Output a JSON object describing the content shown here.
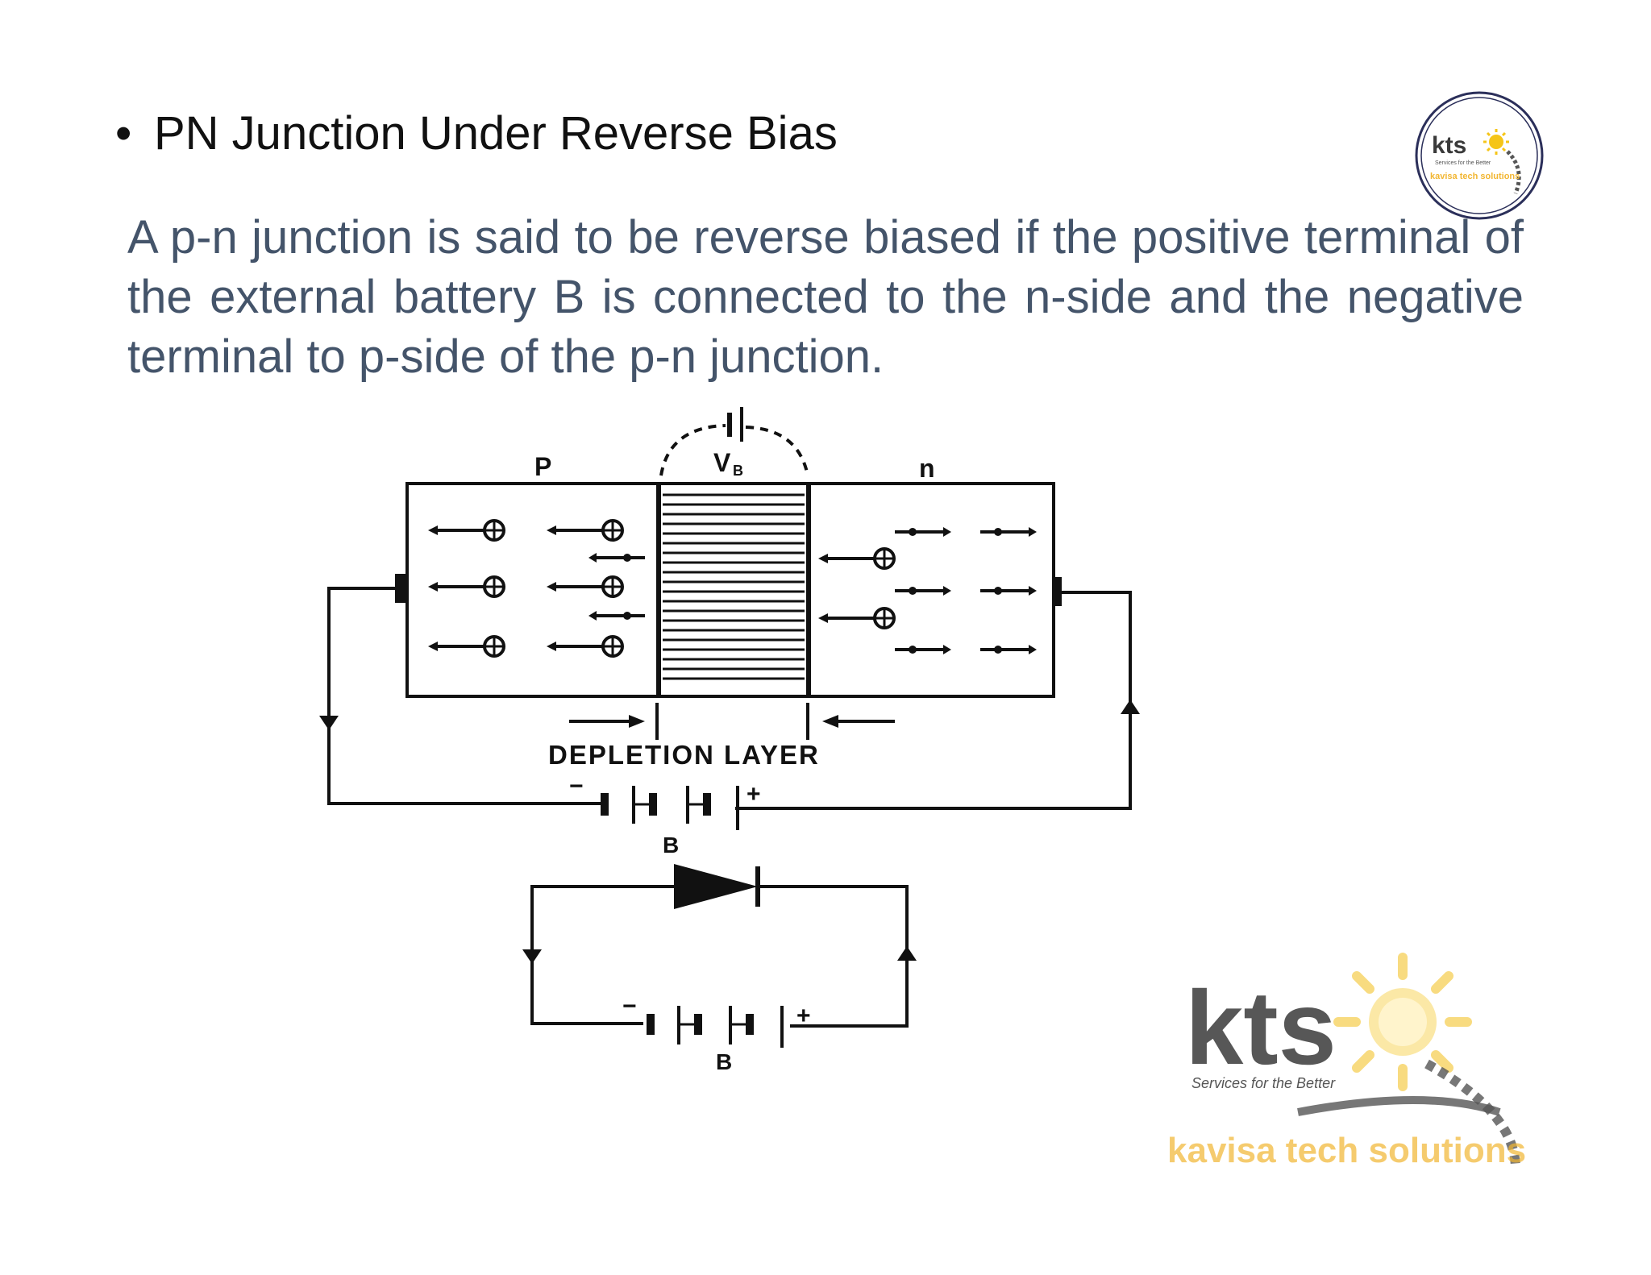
{
  "slide": {
    "bullet": "•",
    "heading": "PN Junction Under Reverse Bias",
    "paragraph": "A p-n junction is said to be reverse biased if the positive terminal of the external battery B is connected to the n-side and the negative terminal to p-side of the p-n junction."
  },
  "diagram": {
    "p_label": "P",
    "n_label": "n",
    "vb_label": "V",
    "vb_sub": "B",
    "depletion_label": "DEPLETION LAYER",
    "battery_minus": "−",
    "battery_plus": "+",
    "battery_label": "B",
    "battery2_minus": "−",
    "battery2_plus": "+",
    "battery2_label": "B"
  },
  "logo": {
    "small_text": "kts",
    "small_tagline": "Services for the Better",
    "small_company": "kavisa tech solutions",
    "large_text": "kts",
    "large_tagline": "Services for the Better",
    "large_company": "kavisa tech solutions",
    "colors": {
      "sun": "#f5c518",
      "text": "#3a3a3a",
      "road": "#555555",
      "company": "#f2b632",
      "ring": "#2b2f5a"
    }
  }
}
